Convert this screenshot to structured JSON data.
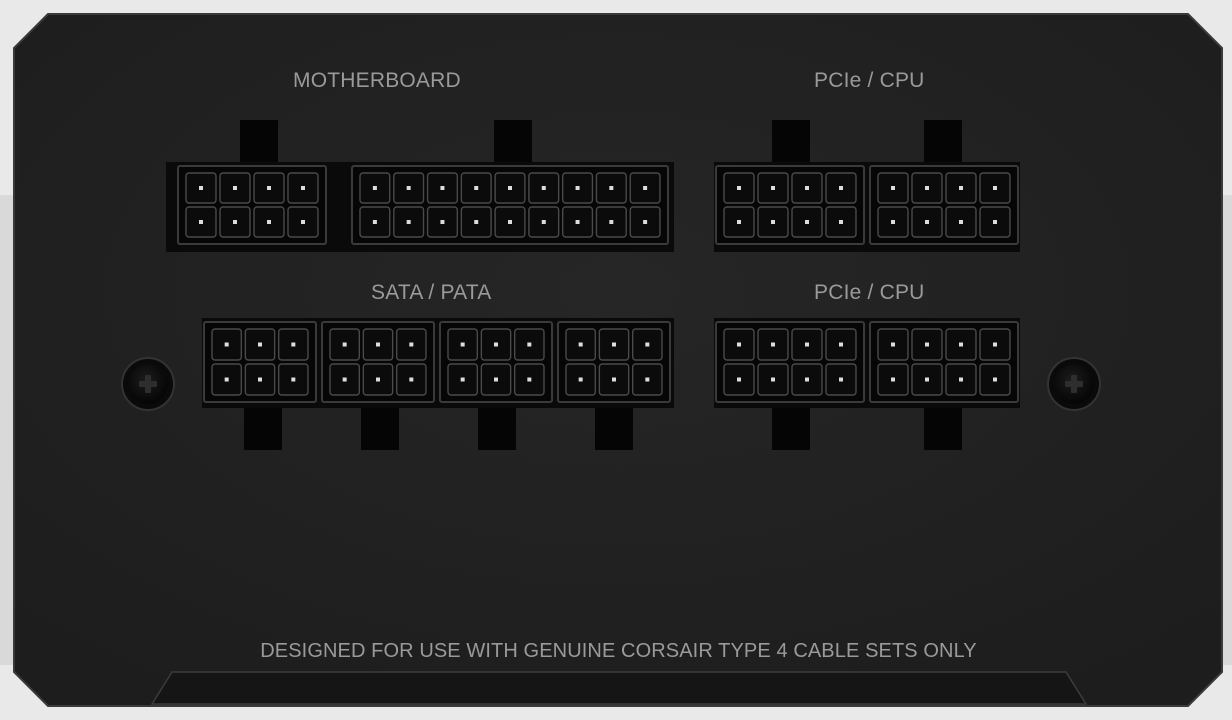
{
  "labels": {
    "motherboard": "MOTHERBOARD",
    "pcie_cpu_top": "PCIe / CPU",
    "sata_pata": "SATA / PATA",
    "pcie_cpu_bottom": "PCIe / CPU"
  },
  "footer": {
    "notice": "DESIGNED FOR USE WITH GENUINE CORSAIR TYPE 4 CABLE SETS ONLY"
  },
  "colors": {
    "background": "#e9e9e9",
    "panel": "#222222",
    "label_text": "#9a9a9a",
    "socket": "#060606",
    "pin": "#dddddd"
  },
  "icons": {
    "screw": "phillips-screw-icon"
  }
}
